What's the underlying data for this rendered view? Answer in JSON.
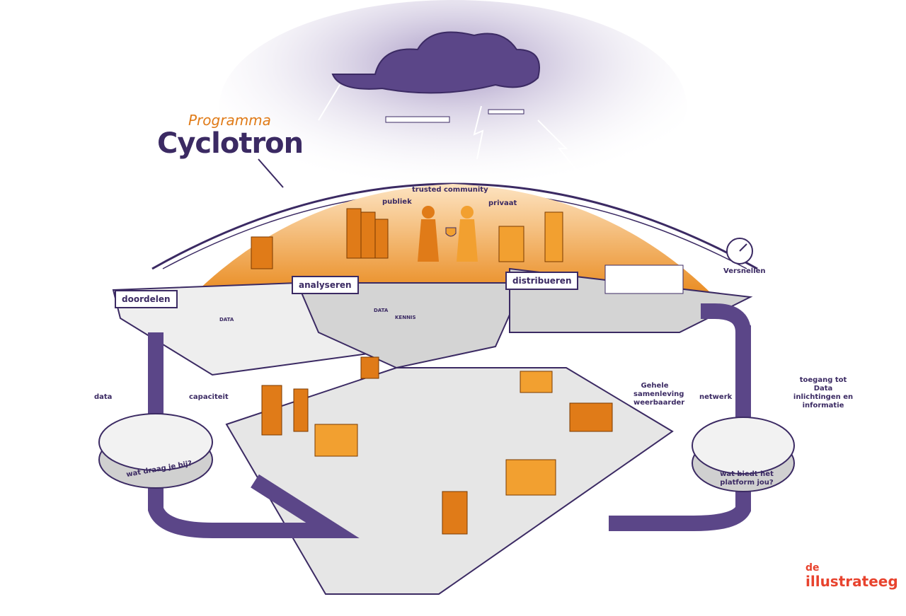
{
  "title": {
    "program": "Programma",
    "name": "Cyclotron"
  },
  "dome": {
    "label": "trusted community",
    "left": "publiek",
    "right": "privaat"
  },
  "platforms": {
    "share": "doordelen",
    "analyse": "analyseren",
    "distribute": "distribueren"
  },
  "boxes": {
    "data": "DATA",
    "knowledge": "KENNIS"
  },
  "speed": "Versnellen",
  "left_disc": {
    "data": "data",
    "capacity": "capaciteit",
    "question": "wat draag je bij?"
  },
  "right_disc": {
    "network": "netwerk",
    "access": "toegang tot Data inlichtingen en informatie",
    "question": "wat biedt het platform jou?"
  },
  "society": "Gehele samenleving weerbaarder",
  "logo": {
    "line1": "de",
    "line2": "illustrateeg"
  },
  "colors": {
    "purple": "#3b2a63",
    "orange": "#e07b18",
    "grey": "#d8d8d8"
  }
}
